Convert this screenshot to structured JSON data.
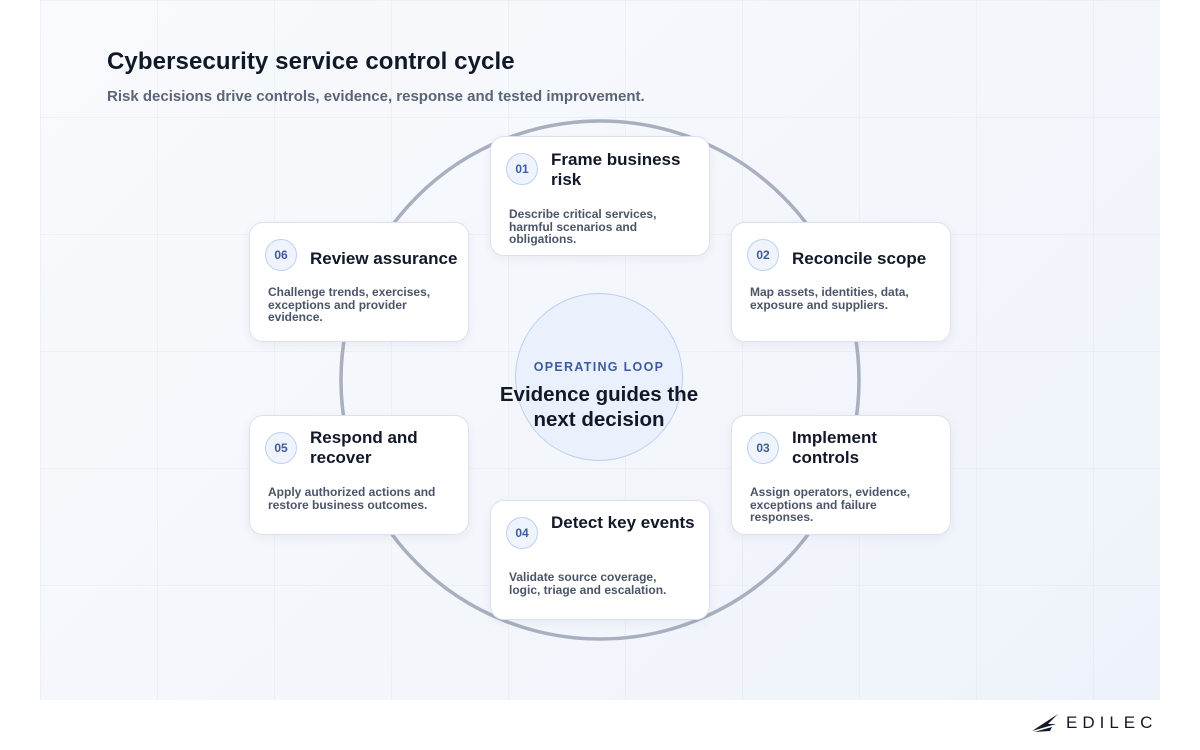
{
  "header": {
    "title": "Cybersecurity service control cycle",
    "subtitle": "Risk decisions drive controls, evidence, response and tested improvement."
  },
  "hub": {
    "kicker": "OPERATING LOOP",
    "text": "Evidence guides the next decision"
  },
  "steps": [
    {
      "number": "01",
      "title": "Frame business risk",
      "description": "Describe critical services, harmful scenarios and obligations."
    },
    {
      "number": "02",
      "title": "Reconcile scope",
      "description": "Map assets, identities, data, exposure and suppliers."
    },
    {
      "number": "03",
      "title": "Implement controls",
      "description": "Assign operators, evidence, exceptions and failure responses."
    },
    {
      "number": "04",
      "title": "Detect key events",
      "description": "Validate source coverage, logic, triage and escalation."
    },
    {
      "number": "05",
      "title": "Respond and recover",
      "description": "Apply authorized actions and restore business outcomes."
    },
    {
      "number": "06",
      "title": "Review assurance",
      "description": "Challenge trends, exercises, exceptions and provider evidence."
    }
  ],
  "logo": {
    "text": "EDILEC"
  },
  "colors": {
    "accent": "#3e5c9c",
    "ring": "#a8b0bf",
    "hub_fill": "#eaf1fc"
  }
}
